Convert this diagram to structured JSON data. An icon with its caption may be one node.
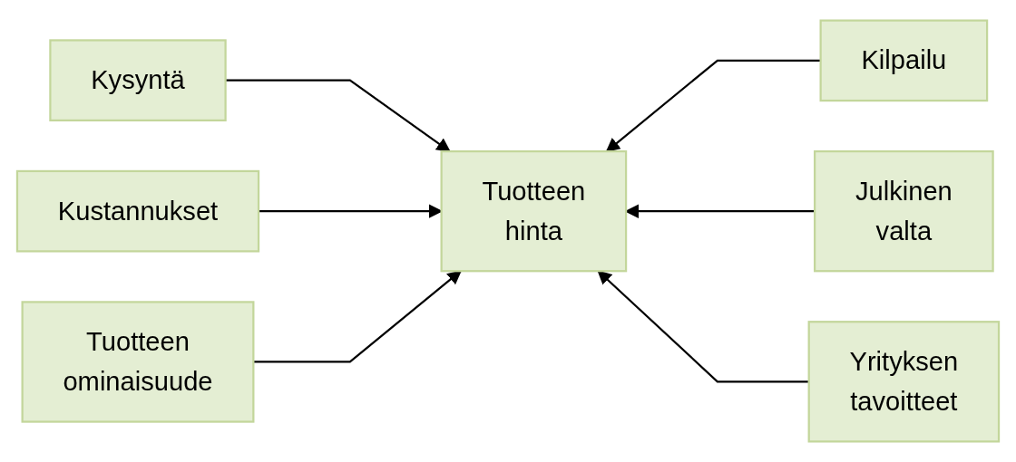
{
  "diagram": {
    "nodes": [
      {
        "text": [
          "Kysyntä"
        ]
      },
      {
        "text": [
          "Kilpailu"
        ]
      },
      {
        "text": [
          "Kustannukset"
        ]
      },
      {
        "text": [
          "Tuotteen",
          "hinta"
        ]
      },
      {
        "text": [
          "Julkinen",
          "valta"
        ]
      },
      {
        "text": [
          "Tuotteen",
          "ominaisuude"
        ]
      },
      {
        "text": [
          "Yrityksen",
          "tavoitteet"
        ]
      }
    ],
    "edges": [
      {
        "from": 0,
        "to": 3,
        "arrow": "to"
      },
      {
        "from": 1,
        "to": 3,
        "arrow": "to"
      },
      {
        "from": 2,
        "to": 3,
        "arrow": "to"
      },
      {
        "from": 4,
        "to": 3,
        "arrow": "to"
      },
      {
        "from": 5,
        "to": 3,
        "arrow": "to"
      },
      {
        "from": 6,
        "to": 3,
        "arrow": "to"
      }
    ]
  }
}
